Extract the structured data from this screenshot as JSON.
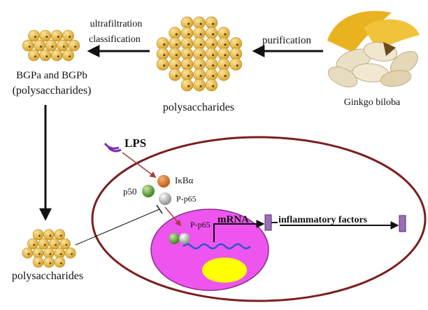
{
  "labels": {
    "ultrafiltration": "ultrafiltration",
    "classification": "classification",
    "purification": "purification",
    "bgp_line1": "BGPa and BGPb",
    "bgp_line2": "(polysaccharides)",
    "polysaccharides_top": "polysaccharides",
    "ginkgo": "Ginkgo biloba",
    "lps": "LPS",
    "ikba": "IκBα",
    "p50": "p50",
    "pp65_cyto": "P-p65",
    "pp65_nuc": "P-p65",
    "mrna": "mRNA",
    "inflammatory": "inflammatory factors",
    "polysaccharides_bottom": "polysaccharides"
  },
  "colors": {
    "bead": "#e2b53f",
    "cell_membrane": "#7a1e1e",
    "nucleus_fill": "#ee55ee",
    "nucleolus": "#ffff00",
    "dna": "#3355cc",
    "lps_arc": "#7a2fb0",
    "ikba_ball": "#d9731f",
    "p50_ball": "#5f9e3a",
    "p65_ball": "#b0b0b0",
    "inhibitor_box": "#9b6fb8"
  }
}
